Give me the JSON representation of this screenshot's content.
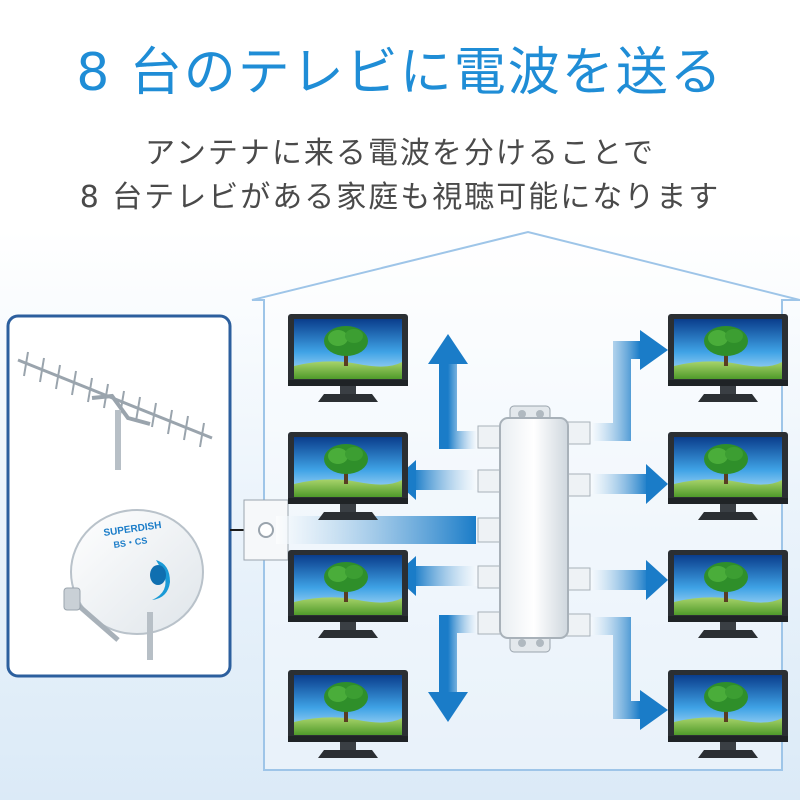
{
  "headline": "8 台のテレビに電波を送る",
  "description_line1": "アンテナに来る電波を分けることで",
  "description_line2": "8 台テレビがある家庭も視聴可能になります",
  "antenna_panel": {
    "dish_logo_line1": "SUPERDISH",
    "dish_logo_line2": "BS・CS"
  },
  "splitter": {
    "output_count": 8
  },
  "colors": {
    "accent": "#1f8dd6",
    "arrow": "#1a7cc8",
    "house_outline": "#9ec5e8",
    "panel_border": "#2c5f9e"
  }
}
